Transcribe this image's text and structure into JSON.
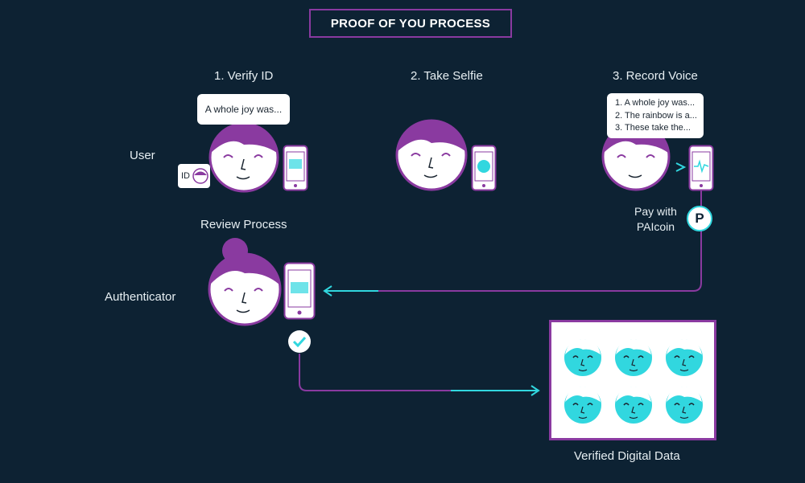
{
  "title": "PROOF OF YOU PROCESS",
  "steps": {
    "s1": "1. Verify ID",
    "s2": "2. Take Selfie",
    "s3": "3. Record Voice"
  },
  "roles": {
    "user": "User",
    "authenticator": "Authenticator",
    "review": "Review Process"
  },
  "bubble1": "A whole joy was...",
  "bubble3": [
    "1. A whole joy was...",
    "2. The rainbow is a...",
    "3. These take the..."
  ],
  "id_card": "ID",
  "pay": {
    "line1": "Pay with",
    "line2": "PAIcoin",
    "symbol": "P"
  },
  "output_label": "Verified Digital Data",
  "colors": {
    "background": "#0d2233",
    "purple": "#8a3aa0",
    "cyan": "#31d7df",
    "white": "#ffffff"
  }
}
